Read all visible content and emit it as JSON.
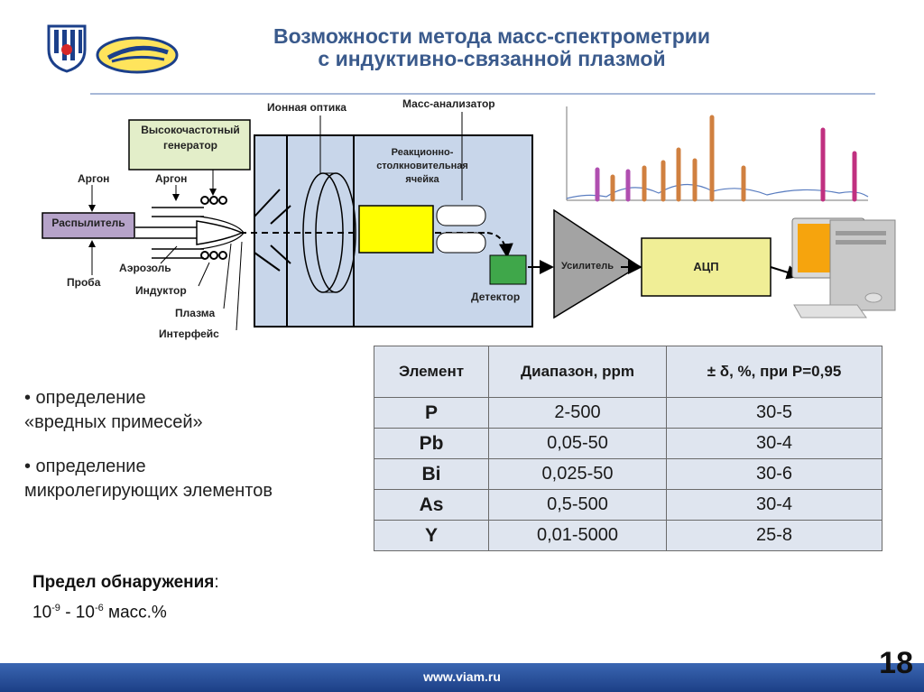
{
  "slide": {
    "title_line1": "Возможности метода масс-спектрометрии",
    "title_line2": "с индуктивно-связанной плазмой",
    "page_number": "18",
    "footer_url": "www.viam.ru"
  },
  "diagram": {
    "ion_optics": "Ионная оптика",
    "mass_analyzer": "Масс-анализатор",
    "hf_generator_line1": "Высокочастотный",
    "hf_generator_line2": "генератор",
    "argon_left": "Аргон",
    "argon_right": "Аргон",
    "nebulizer": "Распылитель",
    "sample": "Проба",
    "aerosol": "Аэрозоль",
    "inductor": "Индуктор",
    "plasma": "Плазма",
    "interface": "Интерфейс",
    "cell_line1": "Реакционно-",
    "cell_line2": "столкновительная",
    "cell_line3": "ячейка",
    "detector": "Детектор",
    "amplifier": "Усилитель",
    "adc": "АЦП"
  },
  "bullets": [
    {
      "line1": "• определение",
      "line2": "«вредных примесей»"
    },
    {
      "line1": "• определение",
      "line2": "микролегирующих элементов"
    }
  ],
  "detection_limit": {
    "heading": "Предел обнаружения",
    "colon": ":",
    "value_a": "10",
    "exp_a": "-9",
    "value_mid": " - 10",
    "exp_b": "-6",
    "value_end": " масс.%"
  },
  "table": {
    "headers": [
      "Элемент",
      "Диапазон, ppm",
      "± δ, %, при P=0,95"
    ],
    "rows": [
      [
        "P",
        "2-500",
        "30-5"
      ],
      [
        "Pb",
        "0,05-50",
        "30-4"
      ],
      [
        "Bi",
        "0,025-50",
        "30-6"
      ],
      [
        "As",
        "0,5-500",
        "30-4"
      ],
      [
        "Y",
        "0,01-5000",
        "25-8"
      ]
    ]
  },
  "colors": {
    "title": "#3a5a8c",
    "chamber": "#c8d6ea",
    "generator": "#e3eec9",
    "nebulizer": "#b6a3c9",
    "cell": "#ffff00",
    "detector": "#3fa74a",
    "amplifier": "#a3a3a3",
    "adc": "#f0ee96",
    "footer": "#2a55a0"
  }
}
